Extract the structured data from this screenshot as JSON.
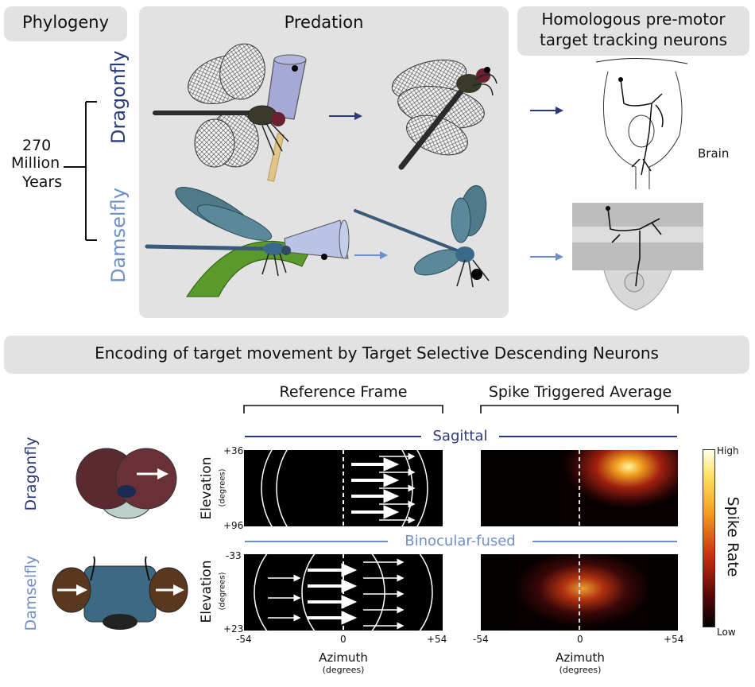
{
  "phylogeny": {
    "title": "Phylogeny",
    "time_value": "270",
    "time_unit_1": "Million",
    "time_unit_2": "Years",
    "taxon_1": "Dragonfly",
    "taxon_2": "Damselfly"
  },
  "predation": {
    "title": "Predation"
  },
  "neurons": {
    "title_line1": "Homologous pre-motor",
    "title_line2": "target tracking neurons",
    "brain_label": "Brain"
  },
  "encoding": {
    "title": "Encoding of target movement by Target Selective Descending Neurons",
    "reference_frame_title": "Reference Frame",
    "sta_title": "Spike Triggered Average",
    "row_1_species": "Dragonfly",
    "row_2_species": "Damselfly",
    "row_1_frame": "Sagittal",
    "row_2_frame": "Binocular-fused",
    "elevation_label": "Elevation",
    "elevation_unit": "(degrees)",
    "row_1_elev_top": "+36",
    "row_1_elev_bottom": "+96",
    "row_2_elev_top": "-33",
    "row_2_elev_bottom": "+23",
    "azimuth_label": "Azimuth",
    "azimuth_unit": "(degrees)",
    "azimuth_ticks": [
      "-54",
      "0",
      "+54"
    ],
    "colorbar_label": "Spike Rate",
    "colorbar_high": "High",
    "colorbar_low": "Low"
  },
  "colors": {
    "dragonfly_blue": "#2b3a7a",
    "damselfly_blue": "#6f8fc8",
    "panel_gray": "#e2e2e2"
  }
}
